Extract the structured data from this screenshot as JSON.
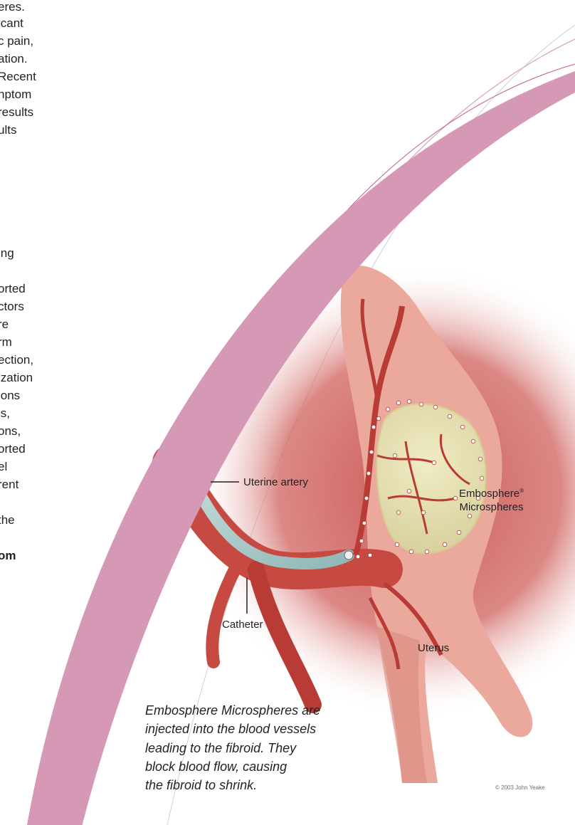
{
  "body_text_lines": [
    "eres.",
    "icant",
    "c pain,",
    "ation.",
    "Recent",
    "nptom",
    "results",
    "ults",
    "ing",
    "orted",
    "ctors",
    "re",
    "rm",
    "ection,",
    "ization",
    "ions",
    "is,",
    "ons,",
    "orted",
    "el",
    "rent",
    "the",
    "om"
  ],
  "illustration_labels": {
    "uterine_artery": "Uterine artery",
    "microspheres_line1": "Embosphere",
    "microspheres_reg_mark": "®",
    "microspheres_line2": "Microspheres",
    "catheter": "Catheter",
    "uterus": "Uterus"
  },
  "caption_lines": [
    "Embosphere Microspheres are",
    "injected into the blood vessels",
    "leading to the fibroid. They",
    "block blood flow, causing",
    "the fibroid to shrink."
  ],
  "credit": "© 2003 John Yeake",
  "colors": {
    "swoosh": "#d598b5",
    "uterus_tissue": "#ebaa9d",
    "halo": "#c95050",
    "artery": "#b83b35",
    "catheter": "#a9cccb",
    "fibroid": "#e6e1b0"
  }
}
